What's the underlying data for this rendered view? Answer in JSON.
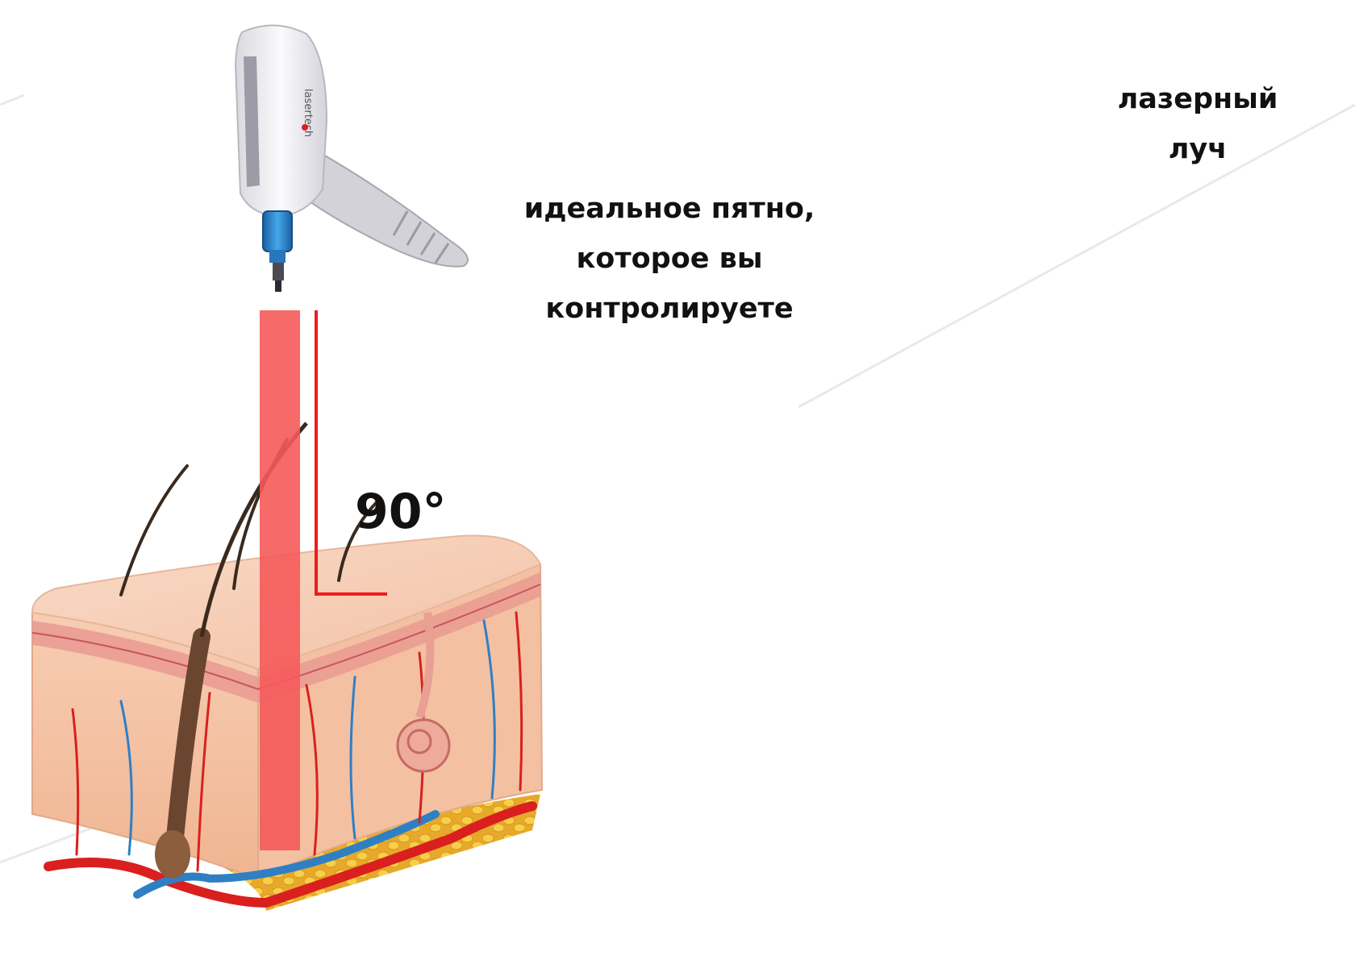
{
  "angle": {
    "text": "90°"
  },
  "spot_callout": {
    "lines": [
      "идеальное пятно,",
      "которое вы",
      "контролируете"
    ]
  },
  "beam_callout": {
    "lines": [
      "лазерный",
      "луч"
    ]
  },
  "device": {
    "brand": "lasertech"
  },
  "colors": {
    "laser": "#ee1c1c",
    "beam_fill": "#f55a5a",
    "skin": "#f6c6a8",
    "skin_top": "#f8d3bb",
    "dermis_band": "#e88c86",
    "fat": "#f2c33a",
    "artery": "#d9201e",
    "vein": "#2f7fc4",
    "hair": "#3a2a1e",
    "device_body": "#ececf0",
    "device_nozzle": "#2f8fd6"
  },
  "icons": [
    "curved-arrow-icon",
    "laser-handpiece-icon"
  ]
}
